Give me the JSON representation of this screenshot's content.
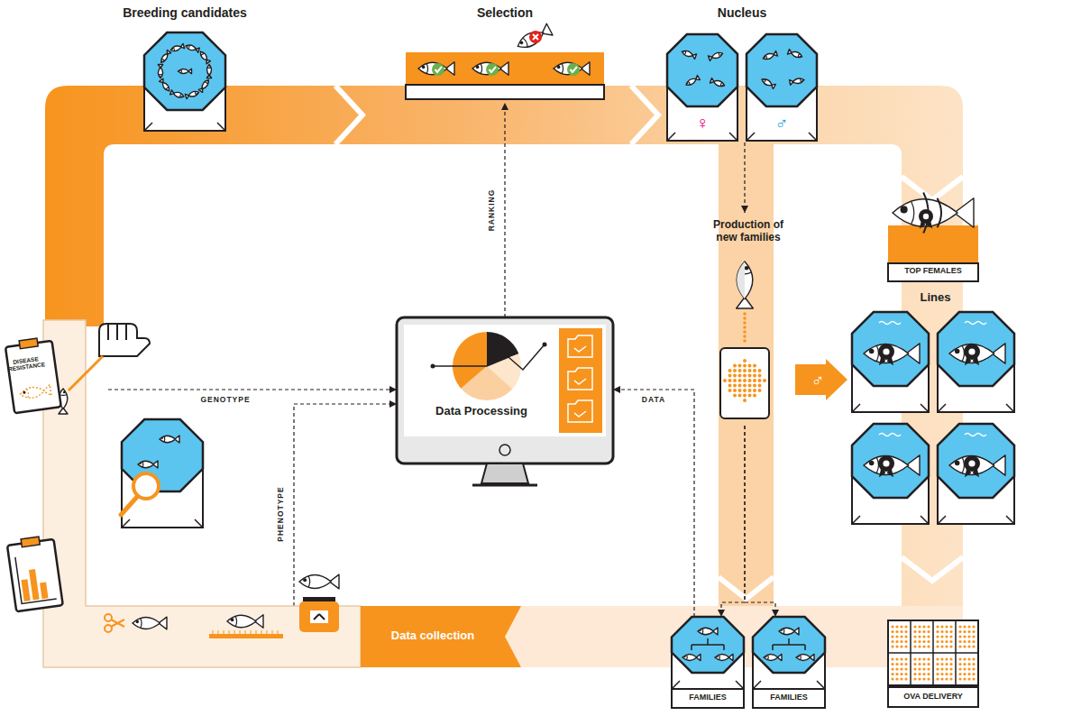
{
  "diagram": {
    "nodes": [
      {
        "text": [
          "Breeding candidates"
        ]
      },
      {
        "text": [
          "Selection"
        ]
      },
      {
        "text": [
          "Nucleus"
        ]
      },
      {
        "text": [
          "♀"
        ],
        "in": 2
      },
      {
        "text": [
          "♂"
        ],
        "in": 2
      },
      {
        "text": [
          "Production of new families"
        ]
      },
      {
        "text": [
          "TOP FEMALES"
        ]
      },
      {
        "text": [
          "Lines"
        ]
      },
      {
        "text": [
          "Data Processing"
        ]
      },
      {
        "text": [
          "Data collection"
        ]
      },
      {
        "text": [
          "FAMILIES"
        ]
      },
      {
        "text": [
          "FAMILIES"
        ]
      },
      {
        "text": [
          "OVA DELIVERY"
        ]
      }
    ],
    "edges": [
      {
        "from": 9,
        "to": 8,
        "label": "GENOTYPE",
        "arrow": "to"
      },
      {
        "from": 9,
        "to": 8,
        "label": "PHENOTYPE",
        "arrow": "to"
      },
      {
        "from": 10,
        "to": 8,
        "label": "DATA",
        "arrow": "to"
      },
      {
        "from": 8,
        "to": 1,
        "label": "RANKING",
        "arrow": "to"
      },
      {
        "from": 2,
        "to": 5,
        "arrow": "to"
      },
      {
        "from": 5,
        "to": 10,
        "arrow": "to"
      },
      {
        "from": 5,
        "to": 11,
        "arrow": "to"
      },
      {
        "from": 5,
        "to": 7,
        "label": "♂",
        "arrow": "to"
      }
    ],
    "labels": [
      "DISEASE RESISTANCE"
    ]
  }
}
